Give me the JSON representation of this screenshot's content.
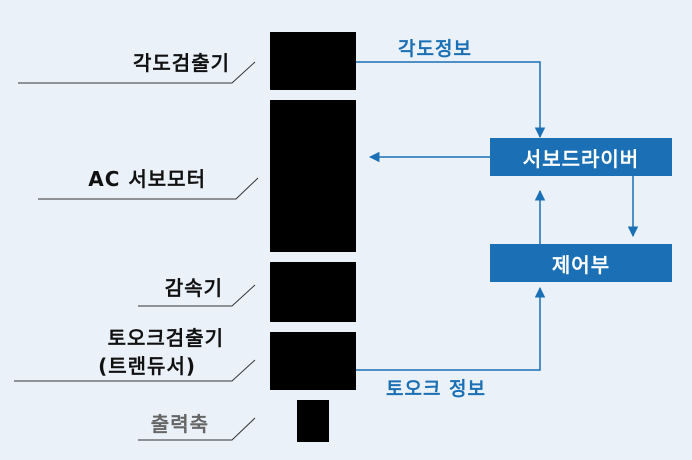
{
  "colors": {
    "background": "#eaf1f8",
    "accent": "#1a6fb5",
    "component": "#000000"
  },
  "labels": {
    "angle_detector": "각도검출기",
    "ac_servo_motor": "AC 서보모터",
    "reducer": "감속기",
    "torque_detector_line1": "토오크검출기",
    "torque_detector_line2": "(트랜듀서)",
    "output_shaft": "출력축"
  },
  "signals": {
    "angle_info": "각도정보",
    "torque_info": "토오크 정보"
  },
  "boxes": {
    "servo_driver": "서보드라이버",
    "controller": "제어부"
  }
}
